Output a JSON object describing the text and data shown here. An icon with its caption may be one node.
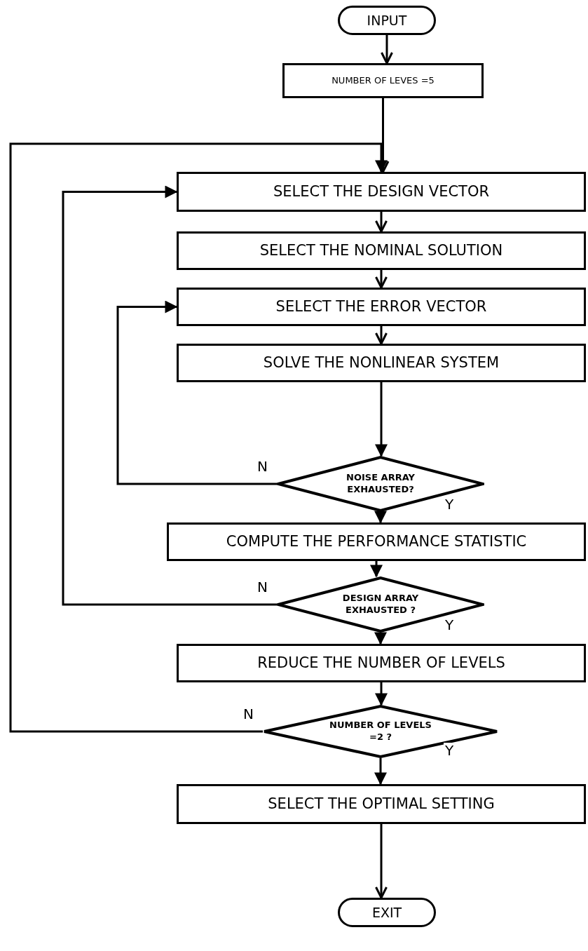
{
  "diagram": {
    "nodes": [
      {
        "text": [
          "INPUT"
        ]
      },
      {
        "text": [
          "NUMBER OF LEVES =5"
        ]
      },
      {
        "text": [
          "SELECT THE DESIGN VECTOR"
        ]
      },
      {
        "text": [
          "SELECT THE NOMINAL SOLUTION"
        ]
      },
      {
        "text": [
          "SELECT THE ERROR VECTOR"
        ]
      },
      {
        "text": [
          "SOLVE THE NONLINEAR SYSTEM"
        ]
      },
      {
        "text": [
          "NOISE ARRAY EXHAUSTED?"
        ]
      },
      {
        "text": [
          "COMPUTE THE PERFORMANCE STATISTIC"
        ]
      },
      {
        "text": [
          "DESIGN ARRAY EXHAUSTED ?"
        ]
      },
      {
        "text": [
          "REDUCE THE NUMBER OF LEVELS"
        ]
      },
      {
        "text": [
          "NUMBER OF LEVELS =2 ?"
        ]
      },
      {
        "text": [
          "SELECT THE OPTIMAL SETTING"
        ]
      },
      {
        "text": [
          "EXIT"
        ]
      }
    ],
    "edges": [
      {
        "from": 0,
        "to": 1,
        "arrow": "to"
      },
      {
        "from": 1,
        "to": 2,
        "arrow": "to"
      },
      {
        "from": 2,
        "to": 3,
        "arrow": "to"
      },
      {
        "from": 3,
        "to": 4,
        "arrow": "to"
      },
      {
        "from": 4,
        "to": 5,
        "arrow": "to"
      },
      {
        "from": 5,
        "to": 6,
        "arrow": "to"
      },
      {
        "from": 6,
        "to": 7,
        "arrow": "to",
        "label": "Y"
      },
      {
        "from": 6,
        "to": 4,
        "arrow": "to",
        "label": "N"
      },
      {
        "from": 7,
        "to": 8,
        "arrow": "to"
      },
      {
        "from": 8,
        "to": 9,
        "arrow": "to",
        "label": "Y"
      },
      {
        "from": 8,
        "to": 2,
        "arrow": "to",
        "label": "N"
      },
      {
        "from": 9,
        "to": 10,
        "arrow": "to"
      },
      {
        "from": 10,
        "to": 11,
        "arrow": "to",
        "label": "Y"
      },
      {
        "from": 10,
        "to": 2,
        "arrow": "to",
        "label": "N"
      },
      {
        "from": 11,
        "to": 12,
        "arrow": "to"
      }
    ]
  }
}
